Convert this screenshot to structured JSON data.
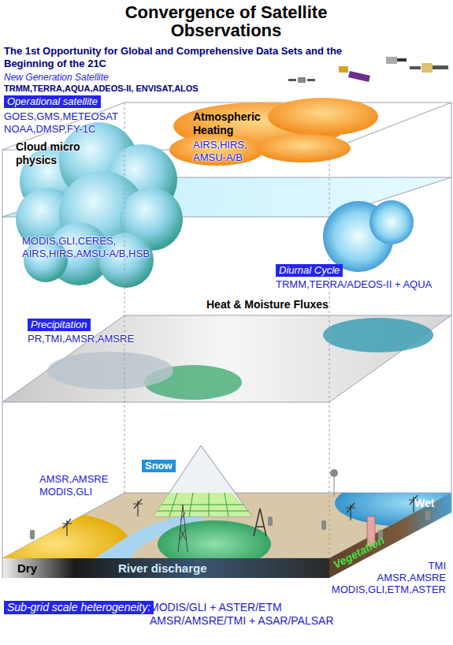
{
  "diagram": {
    "title": "Convergence of Satellite Observations",
    "nodes": [
      {
        "text": [
          "Operational satellite"
        ]
      },
      {
        "text": [
          "Diurnal Cycle"
        ]
      },
      {
        "text": [
          "Precipitation"
        ]
      },
      {
        "text": [
          "Snow"
        ]
      },
      {
        "text": [
          "Sub-grid scale heterogeneity:"
        ]
      }
    ],
    "labels": [
      "The 1st Opportunity for Global and Comprehensive Data Sets and the Beginning of the 21C",
      "New Generation Satellite",
      "TRMM,TERRA,AQUA,ADEOS-II, ENVISAT,ALOS",
      "GOES,GMS,METEOSAT NOAA,DMSP,FY-1C",
      "Atmospheric Heating",
      "AIRS,HIRS, AMSU-A/B",
      "Cloud micro physics",
      "MODIS,GLI,CERES, AIRS,HIRS,AMSU-A/B,HSB",
      "TRMM,TERRA/ADEOS-II + AQUA",
      "Heat & Moisture Fluxes",
      "PR,TMI,AMSR,AMSRE",
      "AMSR,AMSRE MODIS,GLI",
      "Dry",
      "River discharge",
      "Vegetation",
      "Wet",
      "TMI",
      "AMSR,AMSRE",
      "MODIS,GLI,ETM,ASTER",
      "MODIS/GLI + ASTER/ETM AMSR/AMSRE/TMI + ASAR/PALSAR"
    ]
  }
}
